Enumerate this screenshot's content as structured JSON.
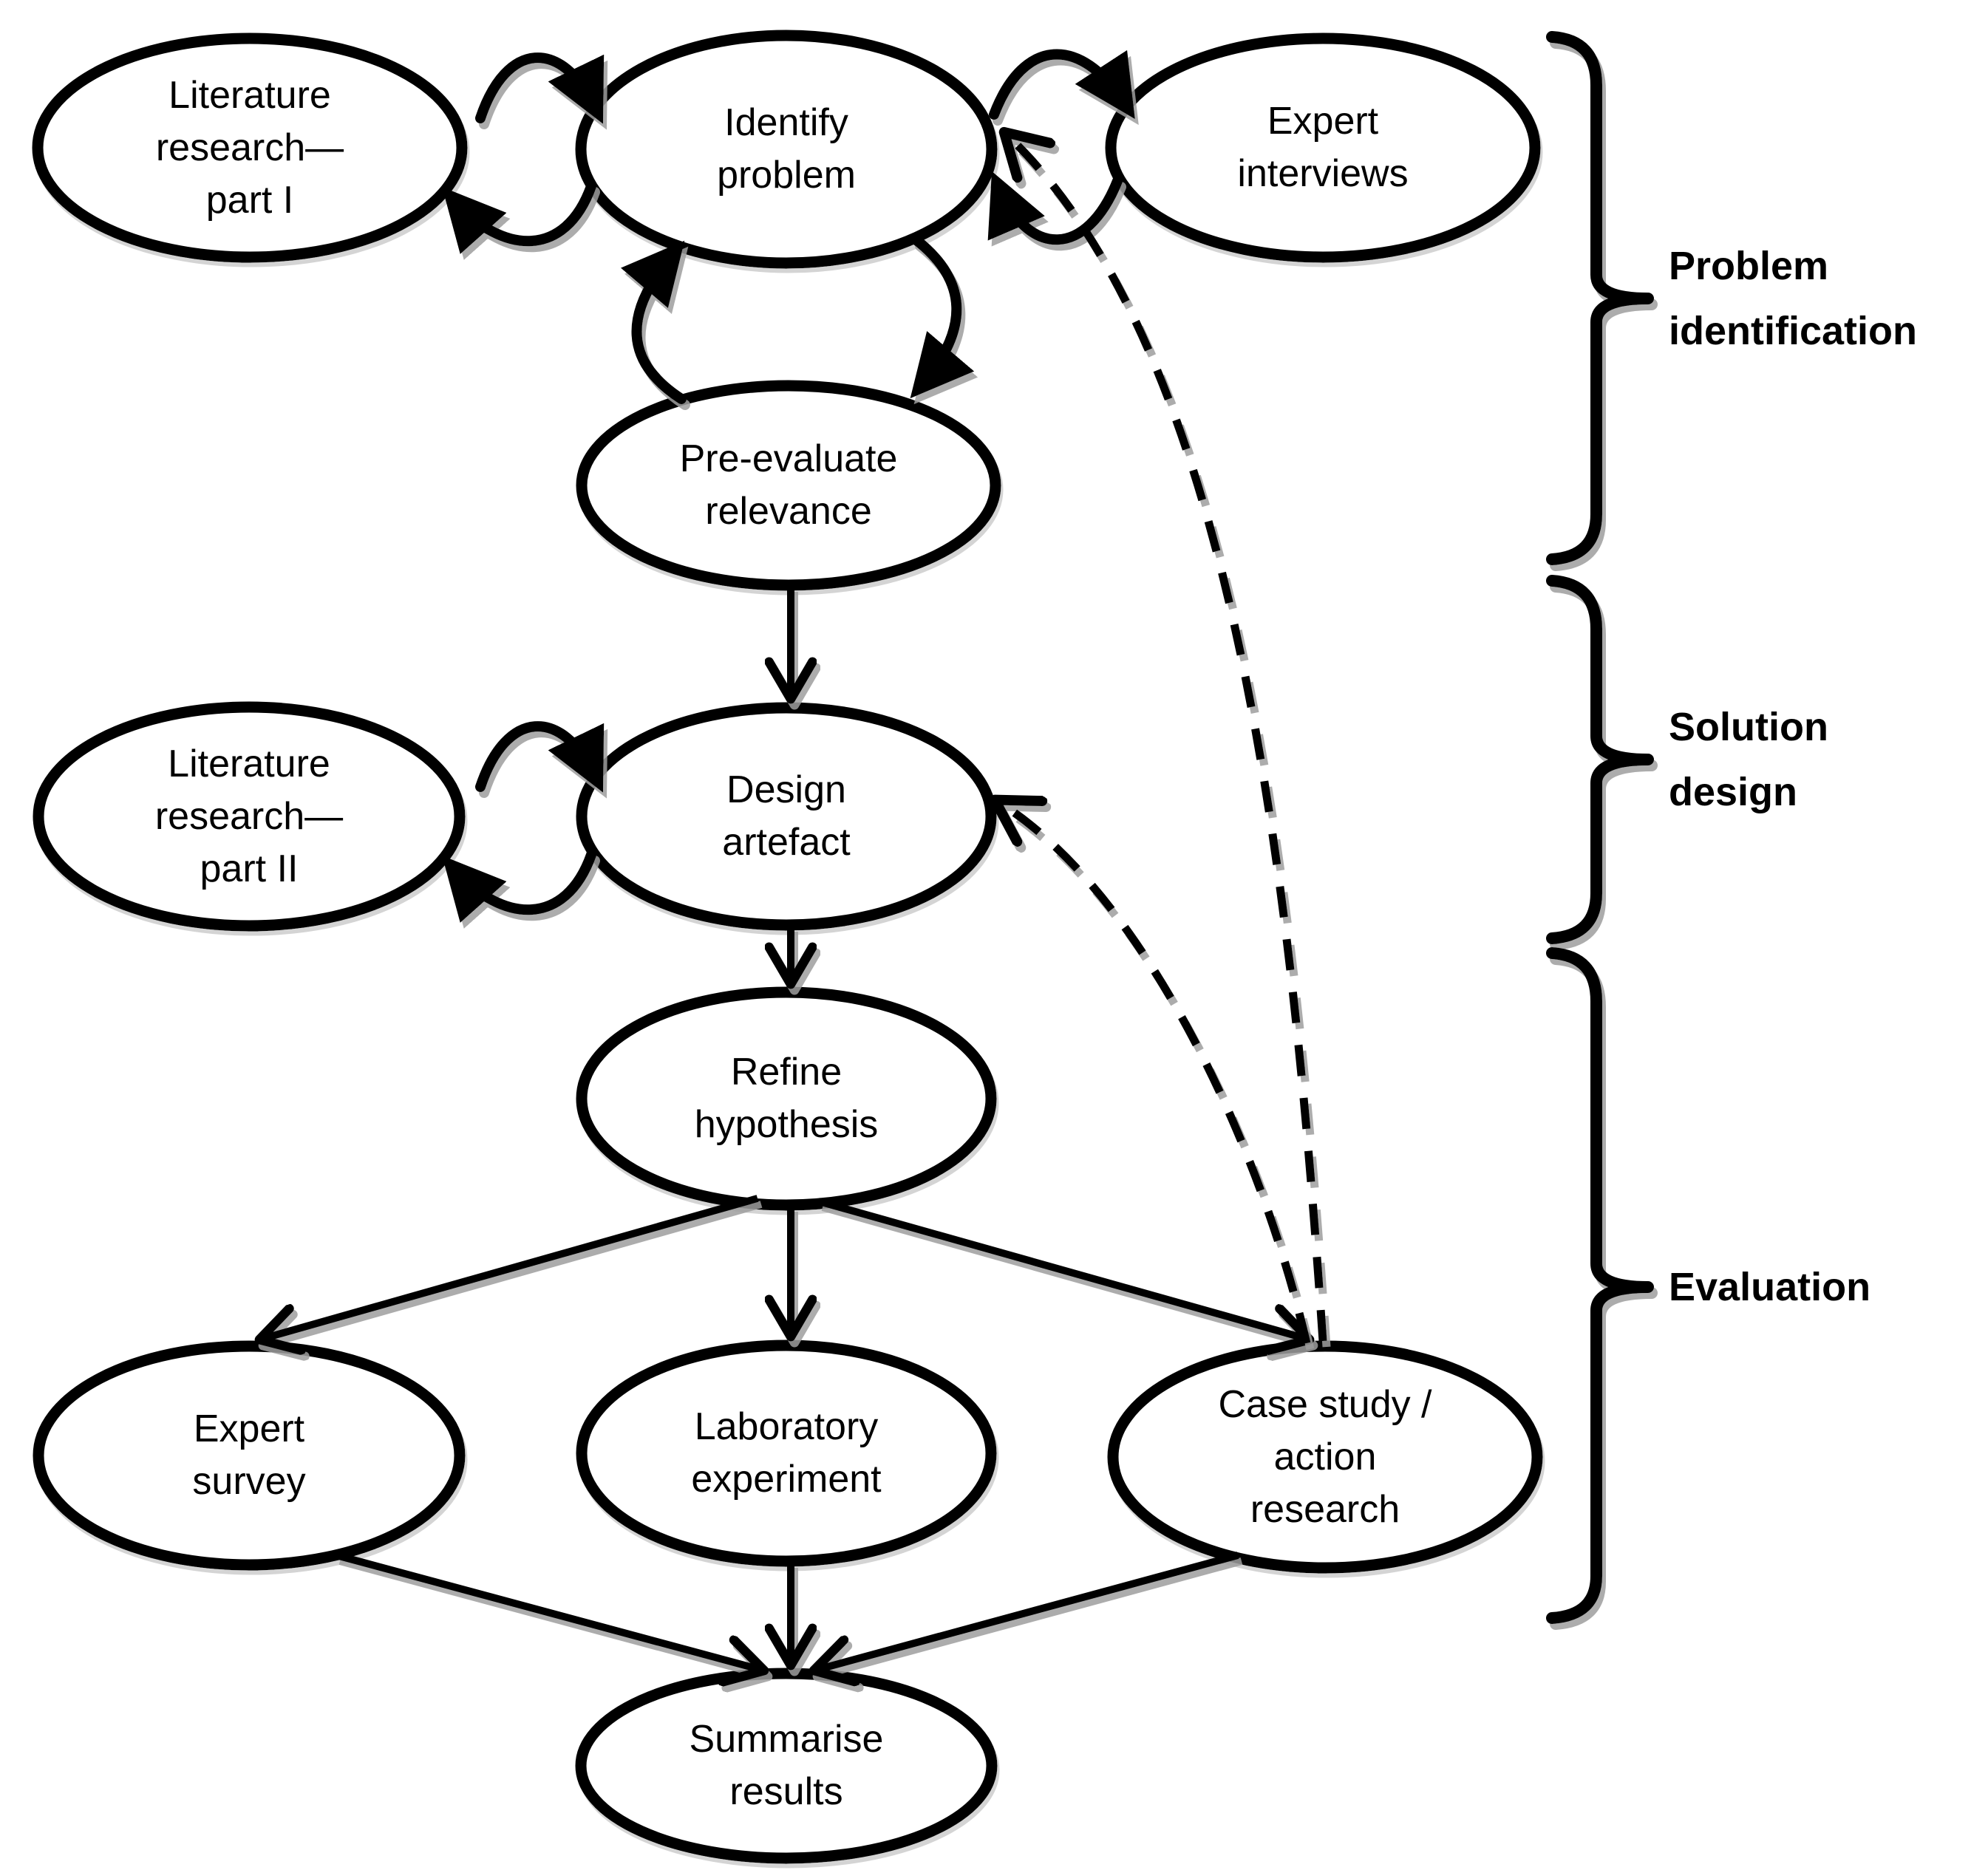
{
  "diagram": {
    "title": "Research methodology process diagram",
    "colors": {
      "background": "#ffffff",
      "stroke": "#000000",
      "shadow": "#9e9e9e"
    },
    "nodes": [
      {
        "id": "literature-research-part-1",
        "label": "Literature\nresearch—\npart I"
      },
      {
        "id": "identify-problem",
        "label": "Identify\nproblem"
      },
      {
        "id": "expert-interviews",
        "label": "Expert\ninterviews"
      },
      {
        "id": "pre-evaluate-relevance",
        "label": "Pre-evaluate\nrelevance"
      },
      {
        "id": "literature-research-part-2",
        "label": "Literature\nresearch—\npart II"
      },
      {
        "id": "design-artefact",
        "label": "Design\nartefact"
      },
      {
        "id": "refine-hypothesis",
        "label": "Refine\nhypothesis"
      },
      {
        "id": "expert-survey",
        "label": "Expert\nsurvey"
      },
      {
        "id": "laboratory-experiment",
        "label": "Laboratory\nexperiment"
      },
      {
        "id": "case-study-action-research",
        "label": "Case study /\naction\nresearch"
      },
      {
        "id": "summarise-results",
        "label": "Summarise\nresults"
      }
    ],
    "phases": [
      {
        "id": "problem-identification",
        "label": "Problem\nidentification"
      },
      {
        "id": "solution-design",
        "label": "Solution\ndesign"
      },
      {
        "id": "evaluation",
        "label": "Evaluation"
      }
    ]
  }
}
